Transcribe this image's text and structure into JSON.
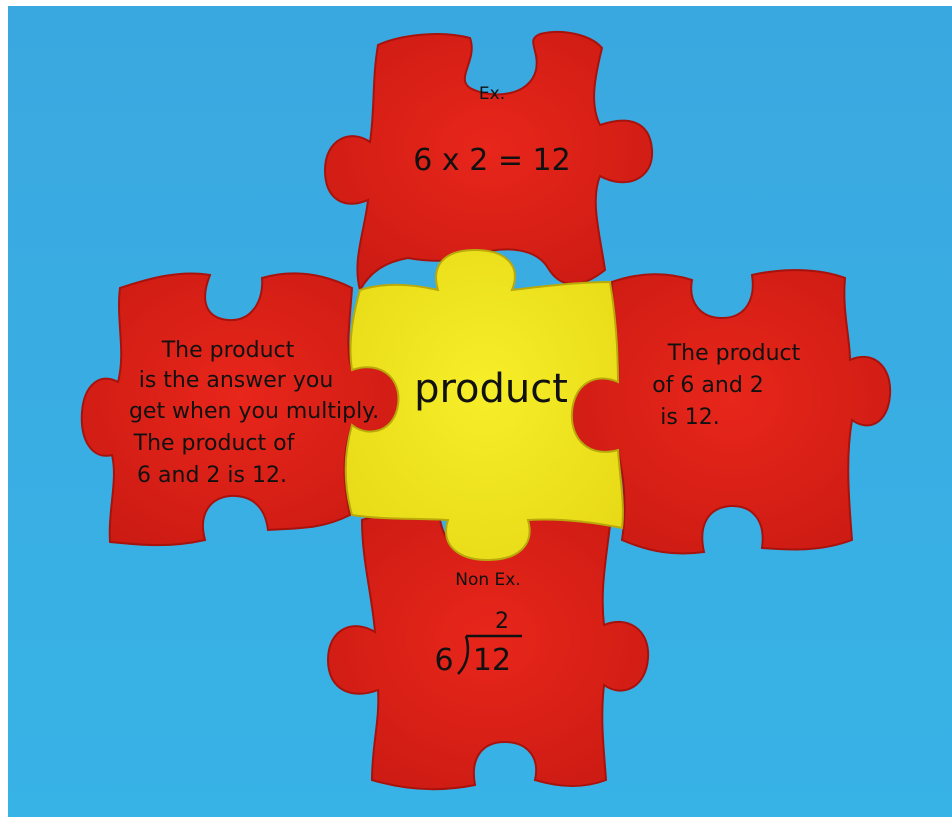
{
  "background_color": "#3aa8e0",
  "piece_colors": {
    "outer": "#e2231a",
    "center": "#f4ea1c"
  },
  "center_piece": {
    "word": "product"
  },
  "top_piece": {
    "heading": "Ex.",
    "equation": "6 x 2 = 12"
  },
  "bottom_piece": {
    "heading": "Non Ex.",
    "quotient": "2",
    "divisor": "6",
    "dividend": "12"
  },
  "left_piece": {
    "lines": [
      "The product",
      "is the answer you",
      "get when you multiply.",
      "The product of",
      "6 and 2 is 12."
    ]
  },
  "right_piece": {
    "lines": [
      "The product",
      "of 6 and 2",
      "is 12."
    ]
  }
}
